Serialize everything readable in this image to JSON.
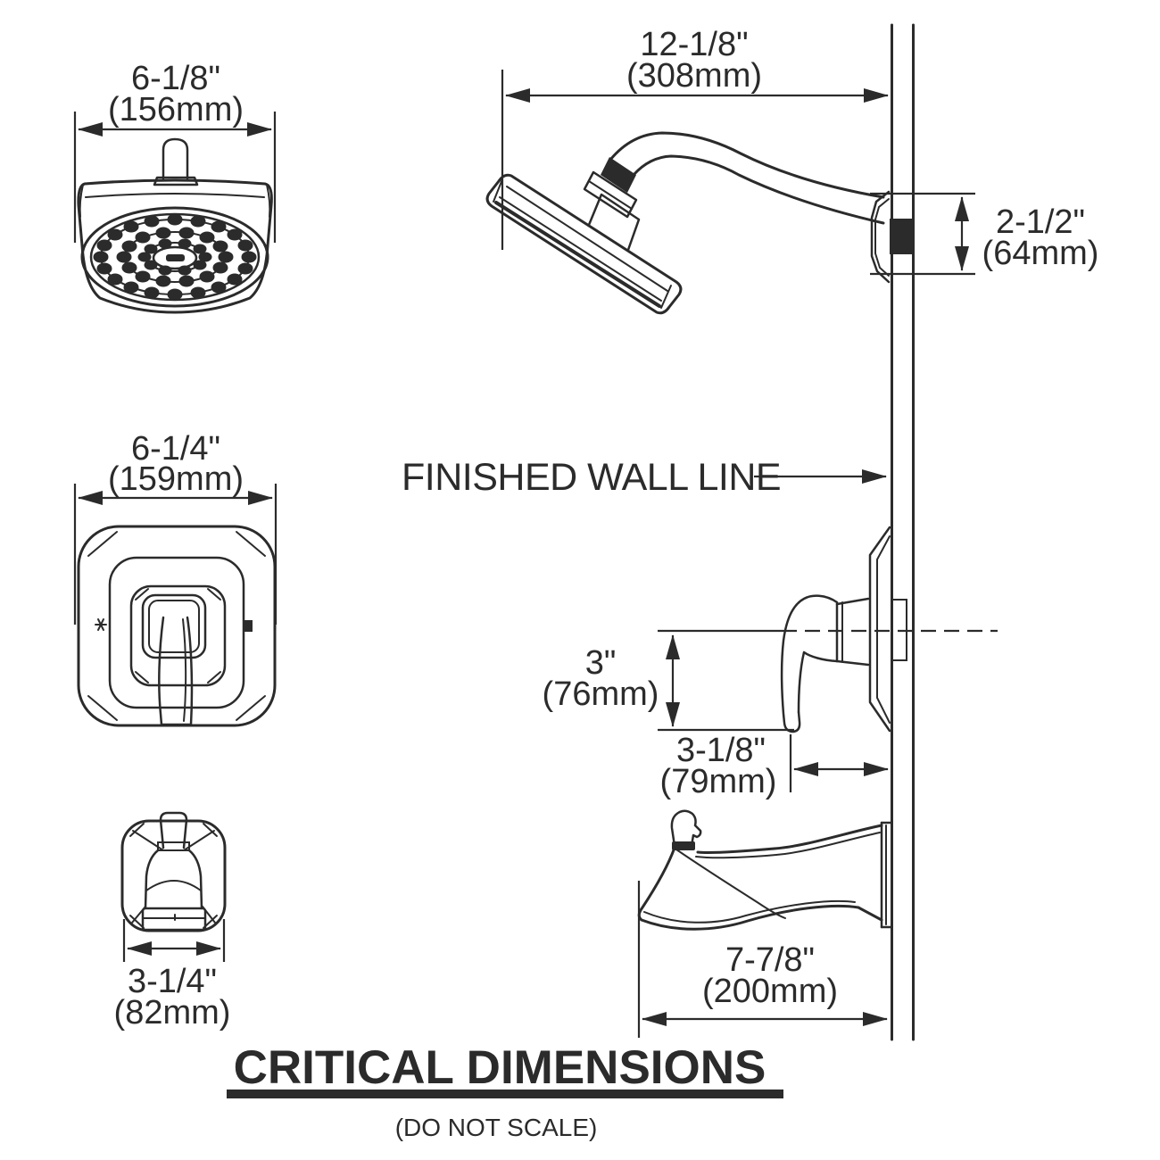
{
  "page": {
    "title": "CRITICAL DIMENSIONS",
    "subtitle": "(DO NOT SCALE)"
  },
  "labels": {
    "finished_wall_line": "FINISHED WALL LINE"
  },
  "dimensions": {
    "showerhead_width": {
      "inches": "6-1/8\"",
      "metric": "(156mm)"
    },
    "shower_arm_reach": {
      "inches": "12-1/8\"",
      "metric": "(308mm)"
    },
    "shower_arm_drop": {
      "inches": "2-1/2\"",
      "metric": "(64mm)"
    },
    "valve_trim_width": {
      "inches": "6-1/4\"",
      "metric": "(159mm)"
    },
    "handle_height": {
      "inches": "3\"",
      "metric": "(76mm)"
    },
    "handle_projection": {
      "inches": "3-1/8\"",
      "metric": "(79mm)"
    },
    "handle_width": {
      "inches": "3-1/4\"",
      "metric": "(82mm)"
    },
    "spout_length": {
      "inches": "7-7/8\"",
      "metric": "(200mm)"
    }
  },
  "colors": {
    "ink": "#2b2b2b",
    "background": "#ffffff"
  }
}
